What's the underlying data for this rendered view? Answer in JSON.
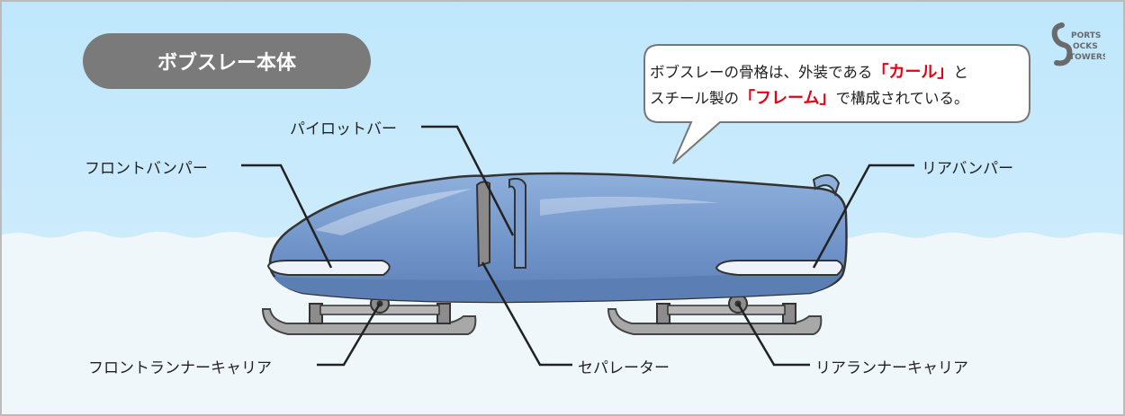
{
  "title": "ボブスレー本体",
  "callout": {
    "line1_before": "ボブスレーの骨格は、外装である",
    "line1_highlight": "「カール」",
    "line1_after": "と",
    "line2_before": "スチール製の",
    "line2_highlight": "「フレーム」",
    "line2_after": "で構成されている。"
  },
  "labels": {
    "pilot_bar": "パイロットバー",
    "front_bumper": "フロントバンパー",
    "rear_bumper": "リアバンパー",
    "front_runner_carrier": "フロントランナーキャリア",
    "separator": "セパレーター",
    "rear_runner_carrier": "リアランナーキャリア"
  },
  "colors": {
    "sky": "#bde6fb",
    "snow": "#eef6fb",
    "body": "#6f93c8",
    "body_dark": "#5b7eb5",
    "highlight": "#e60012",
    "pill": "#7a7a7a"
  },
  "logo": {
    "text": "SPORTS SOCKS TOWERS"
  }
}
